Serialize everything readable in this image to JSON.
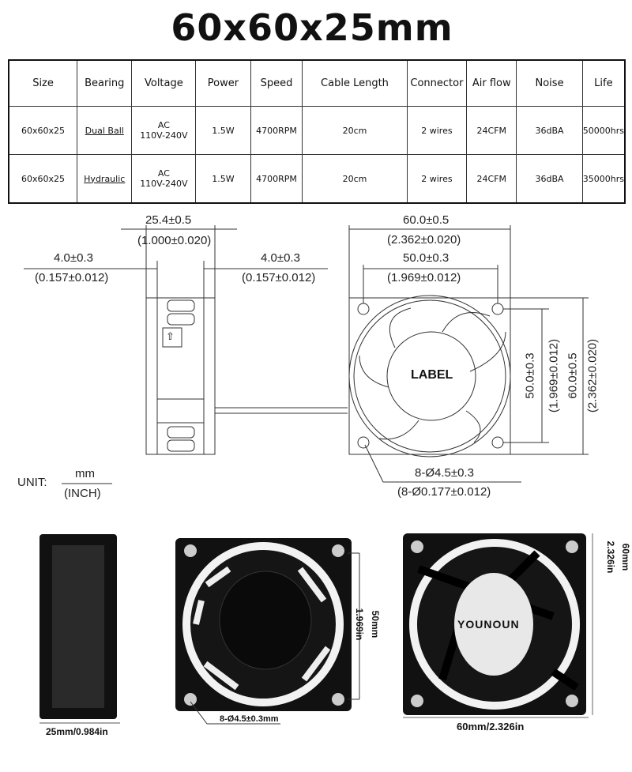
{
  "title": "60x60x25mm",
  "spec_table": {
    "headers": [
      "Size",
      "Bearing",
      "Voltage",
      "Power",
      "Speed",
      "Cable Length",
      "Connector",
      "Air flow",
      "Noise",
      "Life"
    ],
    "rows": [
      {
        "size": "60x60x25",
        "bearing": "Dual Ball",
        "voltage_type": "AC",
        "voltage_range": "110V-240V",
        "power": "1.5W",
        "speed": "4700RPM",
        "cable": "20cm",
        "connector": "2 wires",
        "airflow": "24CFM",
        "noise": "36dBA",
        "life": "50000hrs"
      },
      {
        "size": "60x60x25",
        "bearing": "Hydraulic",
        "voltage_type": "AC",
        "voltage_range": "110V-240V",
        "power": "1.5W",
        "speed": "4700RPM",
        "cable": "20cm",
        "connector": "2 wires",
        "airflow": "24CFM",
        "noise": "36dBA",
        "life": "35000hrs"
      }
    ]
  },
  "drawing": {
    "side_width_mm": "25.4±0.5",
    "side_width_in": "(1.000±0.020)",
    "left_flange_mm": "4.0±0.3",
    "left_flange_in": "(0.157±0.012)",
    "right_flange_mm": "4.0±0.3",
    "right_flange_in": "(0.157±0.012)",
    "front_width_mm": "60.0±0.5",
    "front_width_in": "(2.362±0.020)",
    "hole_spacing_mm": "50.0±0.3",
    "hole_spacing_in": "(1.969±0.012)",
    "vert_hole_spacing_mm": "50.0±0.3",
    "vert_hole_spacing_in": "(1.969±0.012)",
    "height_mm": "60.0±0.5",
    "height_in": "(2.362±0.020)",
    "holes_mm": "8-Ø4.5±0.3",
    "holes_in": "(8-Ø0.177±0.012)",
    "label_text": "LABEL",
    "arrow_glyph": "⇧",
    "unit_label": "UNIT:",
    "unit_top": "mm",
    "unit_bottom": "(INCH)"
  },
  "photos": {
    "side_caption": "25mm/0.984in",
    "front_holes": "8-Ø4.5±0.3mm",
    "front_dim_mm": "50mm",
    "front_dim_in": "1.969in",
    "back_brand": "YOUNOUN",
    "back_dim_mm": "60mm",
    "back_dim_in": "2.326in",
    "back_caption": "60mm/2.326in"
  }
}
